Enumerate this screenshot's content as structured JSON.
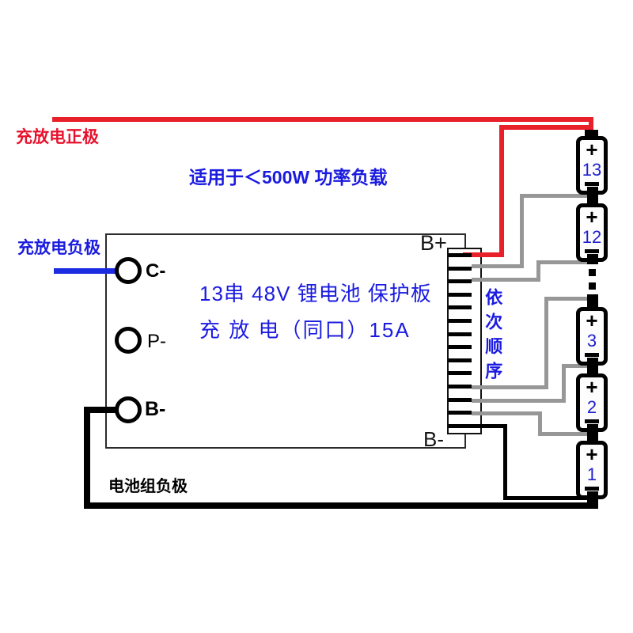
{
  "labels": {
    "charge_discharge_positive": "充放电正极",
    "charge_discharge_negative": "充放电负极",
    "power_note": "适用于＜500W 功率负载",
    "pack_negative": "电池组负极",
    "sequence_note": "依次顺序",
    "board_b_plus": "B+",
    "board_b_minus": "B-"
  },
  "board": {
    "title_line1": "13串 48V 锂电池 保护板",
    "title_line2": "充 放 电（同口）15A",
    "terminals": [
      {
        "label": "C-"
      },
      {
        "label": "P-"
      },
      {
        "label": "B-"
      }
    ]
  },
  "connector": {
    "pin_count": 14
  },
  "battery": {
    "plus_symbol": "+",
    "cells": [
      {
        "label": "13"
      },
      {
        "label": "12"
      },
      {
        "label": "3"
      },
      {
        "label": "2"
      },
      {
        "label": "1"
      }
    ]
  },
  "colors": {
    "wire_positive_red": "#e8202a",
    "wire_negative_blue": "#1b2be0",
    "balance_wire_gray": "#979797",
    "wire_black": "#000000",
    "text_blue": "#1b1be0",
    "text_red": "#e8112d"
  }
}
